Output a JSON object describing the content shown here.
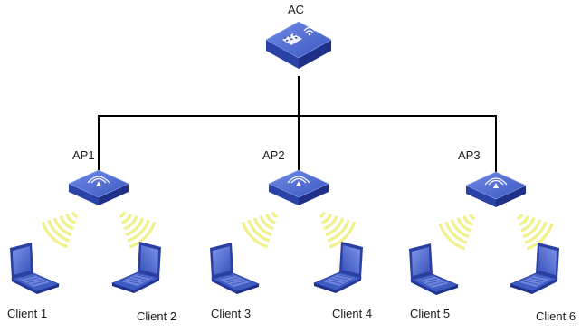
{
  "controller": {
    "label": "AC",
    "icon": "access-controller-icon"
  },
  "access_points": [
    {
      "label": "AP1",
      "icon": "wireless-access-point-icon"
    },
    {
      "label": "AP2",
      "icon": "wireless-access-point-icon"
    },
    {
      "label": "AP3",
      "icon": "wireless-access-point-icon"
    }
  ],
  "clients": [
    {
      "label": "Client 1",
      "icon": "laptop-icon"
    },
    {
      "label": "Client 2",
      "icon": "laptop-icon"
    },
    {
      "label": "Client 3",
      "icon": "laptop-icon"
    },
    {
      "label": "Client 4",
      "icon": "laptop-icon"
    },
    {
      "label": "Client 5",
      "icon": "laptop-icon"
    },
    {
      "label": "Client 6",
      "icon": "laptop-icon"
    }
  ],
  "colors": {
    "device_blue": "#3f5bc4",
    "device_dark": "#25389a",
    "wire": "#000000",
    "signal": "#f2f08a"
  }
}
